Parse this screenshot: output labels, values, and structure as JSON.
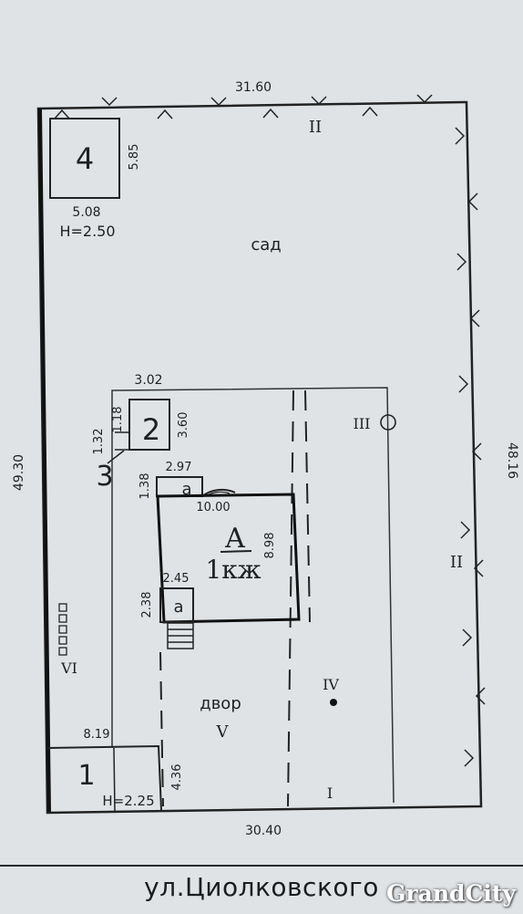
{
  "plot": {
    "top_length": "31.60",
    "bottom_length": "30.40",
    "left_length": "49.30",
    "right_length": "48.16",
    "bottom_left_length": "8.19",
    "garden_label": "сад",
    "yard_label": "двор"
  },
  "buildings": {
    "b4": {
      "label": "4",
      "width": "5.08",
      "depth": "5.85",
      "height": "H=2.50"
    },
    "b2": {
      "label": "2",
      "width": "1.18",
      "depth": "3.60"
    },
    "b3": {
      "label": "3",
      "dim": "1.32"
    },
    "b1": {
      "label": "1",
      "dim": "4.36",
      "height": "H=2.25"
    },
    "house": {
      "letter": "А",
      "material": "1кж",
      "width": "10.00",
      "depth": "8.98"
    },
    "annex_top": {
      "label": "а",
      "width": "2.97",
      "depth": "1.38"
    },
    "annex_bottom": {
      "label": "а",
      "width": "2.45",
      "depth": "2.38"
    },
    "inner_zone_width": "3.02"
  },
  "zones": {
    "I": "I",
    "II_top": "II",
    "II_right": "II",
    "III": "III",
    "IV": "IV",
    "V": "V",
    "VI": "VI"
  },
  "street": {
    "name": "ул.Циолковского"
  },
  "brand": {
    "name": "GrandCity"
  }
}
